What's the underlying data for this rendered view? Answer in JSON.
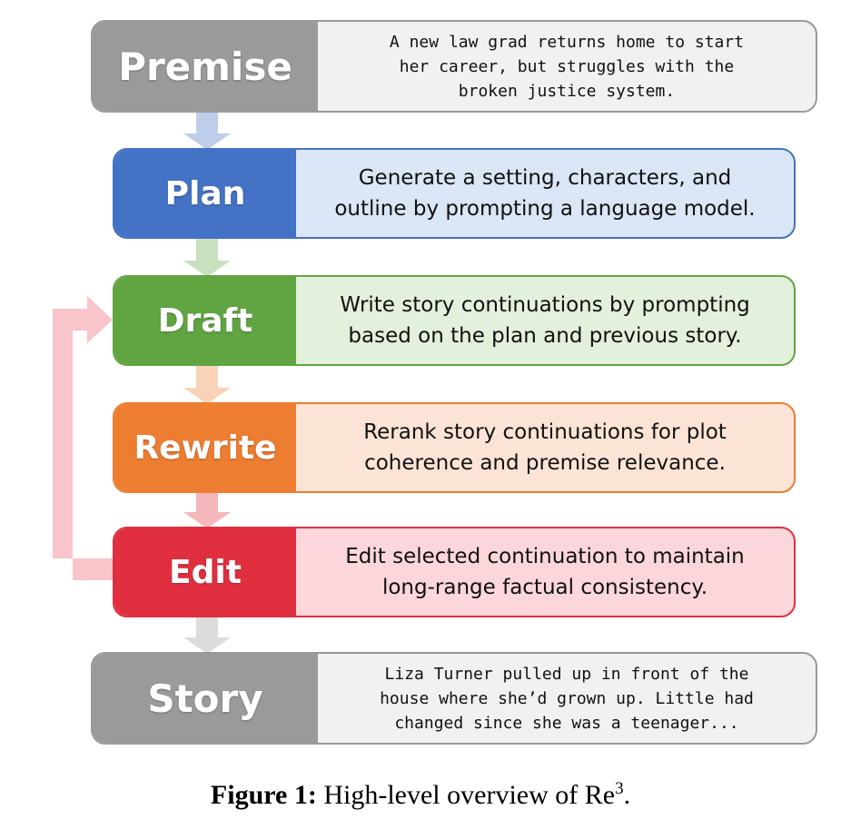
{
  "steps": [
    {
      "label": "Premise",
      "text": "A new law grad returns home to start\nher career, but struggles with the\nbroken justice system.",
      "style": "mono",
      "dark": "#9a9a9a",
      "light": "#f1f1f1"
    },
    {
      "label": "Plan",
      "text": "Generate a setting, characters, and\noutline by prompting a language model.",
      "style": "sans",
      "dark": "#4472c4",
      "light": "#dbe6f6"
    },
    {
      "label": "Draft",
      "text": "Write story continuations by prompting\nbased on the plan and previous story.",
      "style": "sans",
      "dark": "#61a543",
      "light": "#e3f0db"
    },
    {
      "label": "Rewrite",
      "text": "Rerank story continuations for plot\ncoherence and premise relevance.",
      "style": "sans",
      "dark": "#ed7d31",
      "light": "#fbe4d5"
    },
    {
      "label": "Edit",
      "text": "Edit selected continuation to maintain\nlong-range factual consistency.",
      "style": "sans",
      "dark": "#e0303f",
      "light": "#fbd6da"
    },
    {
      "label": "Story",
      "text": "Liza Turner pulled up in front of the\nhouse where she’d grown up. Little had\nchanged since she was a teenager...",
      "style": "mono",
      "dark": "#9a9a9a",
      "light": "#f1f1f1"
    }
  ],
  "caption": {
    "prefix": "Figure 1:",
    "body": "High-level overview of Re",
    "superscript": "3",
    "suffix": "."
  }
}
